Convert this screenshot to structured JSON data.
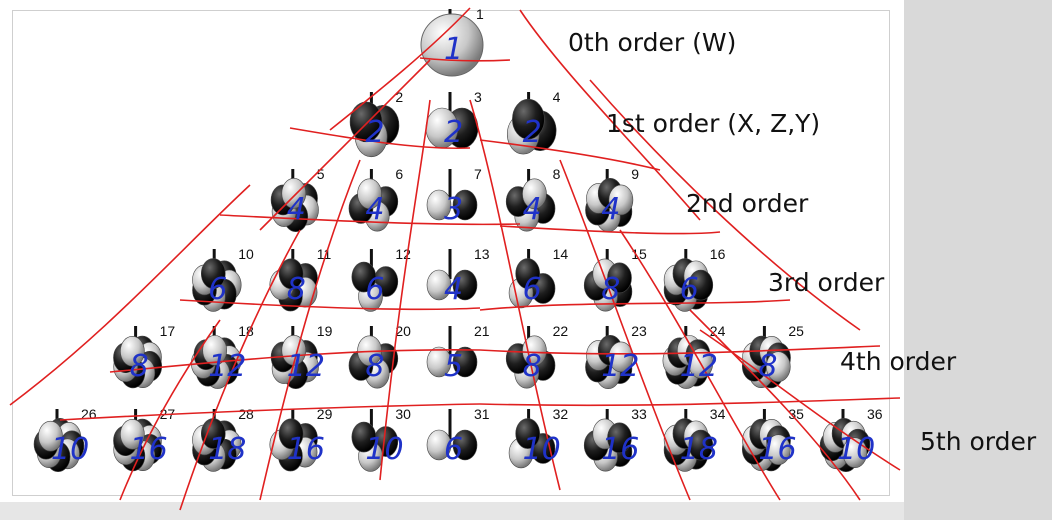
{
  "orders": [
    {
      "label": "0th order (W)"
    },
    {
      "label": "1st order (X, Z,Y)"
    },
    {
      "label": "2nd order"
    },
    {
      "label": "3rd order"
    },
    {
      "label": "4th order"
    },
    {
      "label": "5th order"
    }
  ],
  "harmonics": {
    "rows": [
      [
        "1"
      ],
      [
        "2",
        "3",
        "4"
      ],
      [
        "5",
        "6",
        "7",
        "8",
        "9"
      ],
      [
        "10",
        "11",
        "12",
        "13",
        "14",
        "15",
        "16"
      ],
      [
        "17",
        "18",
        "19",
        "20",
        "21",
        "22",
        "23",
        "24",
        "25"
      ],
      [
        "26",
        "27",
        "28",
        "29",
        "30",
        "31",
        "32",
        "33",
        "34",
        "35",
        "36"
      ]
    ]
  },
  "annotations": {
    "row0": [
      "1"
    ],
    "row1": [
      "2",
      "2",
      "2"
    ],
    "row2": [
      "4",
      "4",
      "3",
      "4",
      "4"
    ],
    "row3": [
      "6",
      "8",
      "6",
      "4",
      "6",
      "8",
      "6"
    ],
    "row4": [
      "8",
      "12",
      "12",
      "8",
      "5",
      "8",
      "12",
      "12",
      "8"
    ],
    "row5": [
      "10",
      "16",
      "18",
      "16",
      "10",
      "6",
      "10",
      "16",
      "18",
      "16",
      "10"
    ]
  },
  "colors": {
    "ink": "#1f32c8",
    "grid": "#e02020",
    "lobe_light": "#e8e8e8",
    "lobe_dark": "#1a1a1a"
  }
}
